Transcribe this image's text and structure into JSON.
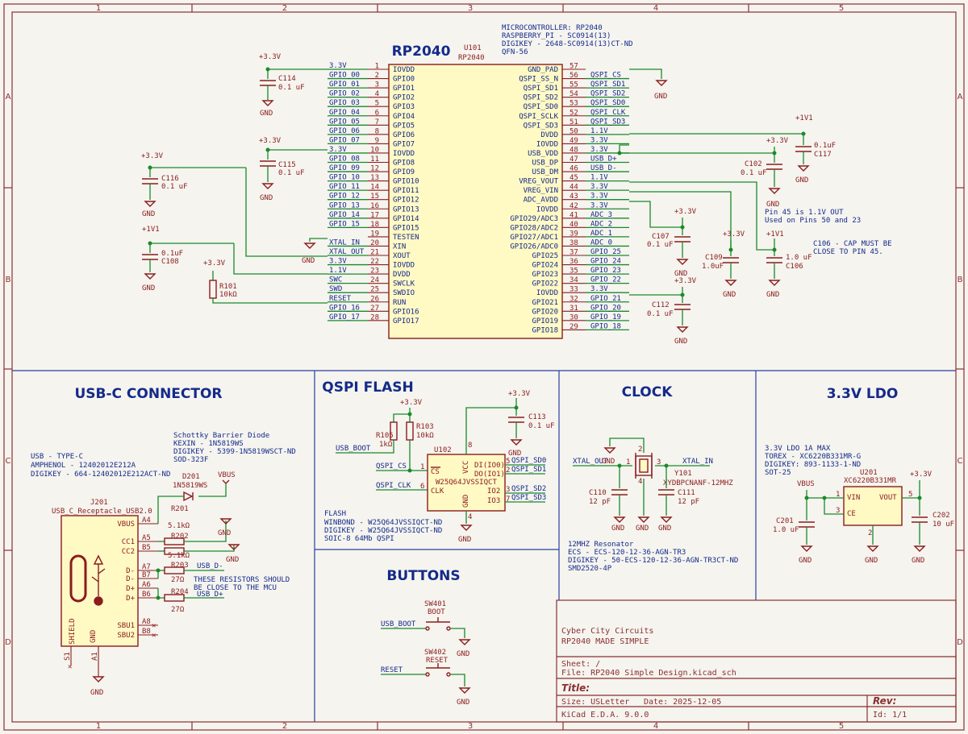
{
  "border": {
    "cols": [
      "1",
      "2",
      "3",
      "4",
      "5"
    ],
    "rows": [
      "A",
      "B",
      "C",
      "D"
    ]
  },
  "section_titles": {
    "usb": "USB-C CONNECTOR",
    "flash": "QSPI FLASH",
    "clock": "CLOCK",
    "ldo": "3.3V LDO",
    "buttons": "BUTTONS"
  },
  "mcu": {
    "name": "RP2040",
    "ref": "U101",
    "value": "RP2040",
    "note": [
      "MICROCONTROLLER: RP2040",
      "RASPBERRY_PI - SC0914(13)",
      "DIGIKEY - 2648-SC0914(13)CT-ND",
      "QFN-56"
    ],
    "left_pins": [
      {
        "num": "1",
        "name": "IOVDD",
        "net": "3.3V"
      },
      {
        "num": "2",
        "name": "GPIO0",
        "net": "GPIO_00"
      },
      {
        "num": "3",
        "name": "GPIO1",
        "net": "GPIO_01"
      },
      {
        "num": "4",
        "name": "GPIO2",
        "net": "GPIO_02"
      },
      {
        "num": "5",
        "name": "GPIO3",
        "net": "GPIO_03"
      },
      {
        "num": "6",
        "name": "GPIO4",
        "net": "GPIO_04"
      },
      {
        "num": "7",
        "name": "GPIO5",
        "net": "GPIO_05"
      },
      {
        "num": "8",
        "name": "GPIO6",
        "net": "GPIO_06"
      },
      {
        "num": "9",
        "name": "GPIO7",
        "net": "GPIO_07"
      },
      {
        "num": "10",
        "name": "IOVDD",
        "net": "3.3V"
      },
      {
        "num": "11",
        "name": "GPIO8",
        "net": "GPIO_08"
      },
      {
        "num": "12",
        "name": "GPIO9",
        "net": "GPIO_09"
      },
      {
        "num": "13",
        "name": "GPIO10",
        "net": "GPIO_10"
      },
      {
        "num": "14",
        "name": "GPIO11",
        "net": "GPIO_11"
      },
      {
        "num": "15",
        "name": "GPIO12",
        "net": "GPIO_12"
      },
      {
        "num": "16",
        "name": "GPIO13",
        "net": "GPIO_13"
      },
      {
        "num": "17",
        "name": "GPIO14",
        "net": "GPIO_14"
      },
      {
        "num": "18",
        "name": "GPIO15",
        "net": "GPIO_15"
      },
      {
        "num": "19",
        "name": "TESTEN",
        "net": ""
      },
      {
        "num": "20",
        "name": "XIN",
        "net": "XTAL_IN"
      },
      {
        "num": "21",
        "name": "XOUT",
        "net": "XTAL_OUT"
      },
      {
        "num": "22",
        "name": "IOVDD",
        "net": "3.3V"
      },
      {
        "num": "23",
        "name": "DVDD",
        "net": "1.1V"
      },
      {
        "num": "24",
        "name": "SWCLK",
        "net": "SWC"
      },
      {
        "num": "25",
        "name": "SWDIO",
        "net": "SWD"
      },
      {
        "num": "26",
        "name": "RUN",
        "net": "RESET"
      },
      {
        "num": "27",
        "name": "GPIO16",
        "net": "GPIO_16"
      },
      {
        "num": "28",
        "name": "GPIO17",
        "net": "GPIO_17"
      }
    ],
    "right_pins": [
      {
        "num": "57",
        "name": "GND_PAD",
        "net": ""
      },
      {
        "num": "56",
        "name": "QSPI_SS_N",
        "net": "QSPI_CS"
      },
      {
        "num": "55",
        "name": "QSPI_SD1",
        "net": "QSPI_SD1"
      },
      {
        "num": "54",
        "name": "QSPI_SD2",
        "net": "QSPI_SD2"
      },
      {
        "num": "53",
        "name": "QSPI_SD0",
        "net": "QSPI_SD0"
      },
      {
        "num": "52",
        "name": "QSPI_SCLK",
        "net": "QSPI_CLK"
      },
      {
        "num": "51",
        "name": "QSPI_SD3",
        "net": "QSPI_SD3"
      },
      {
        "num": "50",
        "name": "DVDD",
        "net": "1.1V"
      },
      {
        "num": "49",
        "name": "IOVDD",
        "net": "3.3V"
      },
      {
        "num": "48",
        "name": "USB_VDD",
        "net": "3.3V"
      },
      {
        "num": "47",
        "name": "USB_DP",
        "net": "USB_D+"
      },
      {
        "num": "46",
        "name": "USB_DM",
        "net": "USB_D-"
      },
      {
        "num": "45",
        "name": "VREG_VOUT",
        "net": "1.1V"
      },
      {
        "num": "44",
        "name": "VREG_VIN",
        "net": "3.3V"
      },
      {
        "num": "43",
        "name": "ADC_AVDD",
        "net": "3.3V"
      },
      {
        "num": "42",
        "name": "IOVDD",
        "net": "3.3V"
      },
      {
        "num": "41",
        "name": "GPIO29/ADC3",
        "net": "ADC_3"
      },
      {
        "num": "40",
        "name": "GPIO28/ADC2",
        "net": "ADC_2"
      },
      {
        "num": "39",
        "name": "GPIO27/ADC1",
        "net": "ADC_1"
      },
      {
        "num": "38",
        "name": "GPIO26/ADC0",
        "net": "ADC_0"
      },
      {
        "num": "37",
        "name": "GPIO25",
        "net": "GPIO_25"
      },
      {
        "num": "36",
        "name": "GPIO24",
        "net": "GPIO_24"
      },
      {
        "num": "35",
        "name": "GPIO23",
        "net": "GPIO_23"
      },
      {
        "num": "34",
        "name": "GPIO22",
        "net": "GPIO_22"
      },
      {
        "num": "33",
        "name": "IOVDD",
        "net": "3.3V"
      },
      {
        "num": "32",
        "name": "GPIO21",
        "net": "GPIO_21"
      },
      {
        "num": "31",
        "name": "GPIO20",
        "net": "GPIO_20"
      },
      {
        "num": "30",
        "name": "GPIO19",
        "net": "GPIO_19"
      },
      {
        "num": "29",
        "name": "GPIO18",
        "net": "GPIO_18"
      }
    ]
  },
  "labels": {
    "p33": "+3.3V",
    "p11": "+1V1",
    "gnd": "GND",
    "vbus": "VBUS",
    "c114": "C114",
    "c114v": "0.1 uF",
    "c115": "C115",
    "c115v": "0.1 uF",
    "c116": "C116",
    "c116v": "0.1 uF",
    "c108": "C108",
    "c108v": "0.1uF",
    "r101": "R101",
    "r101v": "10kΩ",
    "c117": "C117",
    "c117v": "0.1uF",
    "c102": "C102",
    "c102v": "0.1 uF",
    "c107": "C107",
    "c107v": "0.1 uF",
    "c109": "C109",
    "c109v": "1.0uF",
    "c106": "C106",
    "c106v": "1.0 uF",
    "c112": "C112",
    "c112v": "0.1 uF",
    "note45a": "Pin 45 is 1.1V OUT",
    "note45b": "Used on Pins 50 and 23",
    "note106a": "C106 - CAP MUST BE",
    "note106b": "CLOSE TO PIN 45."
  },
  "usb": {
    "info": [
      "USB - TYPE-C",
      "AMPHENOL - 12402012E212A",
      "DIGIKEY - 664-12402012E212ACT-ND"
    ],
    "diode_info": [
      "Schottky Barrier Diode",
      "KEXIN - 1N5819WS",
      "DIGIKEY - 5399-1N5819WSCT-ND",
      "SOD-323F"
    ],
    "d201": "D201",
    "d201v": "1N5819WS",
    "j201": "J201",
    "j201v": "USB_C_Receptacle_USB2.0",
    "pins": [
      "VBUS",
      "CC1",
      "CC2",
      "D-",
      "D-",
      "D+",
      "D+",
      "SBU1",
      "SBU2"
    ],
    "pin_nums": [
      "A4",
      "A5",
      "B5",
      "A7",
      "B7",
      "A6",
      "B6",
      "A8",
      "B8"
    ],
    "shield": "SHIELD",
    "gndpin": "GND",
    "s1": "S1",
    "a1": "A1",
    "r201": "R201",
    "r201v": "5.1kΩ",
    "r202": "R202",
    "r202v": "5.1kΩ",
    "r203": "R203",
    "r203v": "27Ω",
    "r204": "R204",
    "r204v": "27Ω",
    "dm": "USB_D-",
    "dp": "USB_D+",
    "note": [
      "THESE RESISTORS SHOULD",
      "BE CLOSE TO THE MCU"
    ]
  },
  "flash": {
    "r105": "R105",
    "r105v": "1kΩ",
    "r103": "R103",
    "r103v": "10kΩ",
    "u102": "U102",
    "u102v": "W25Q64JVSSIQCT",
    "c113": "C113",
    "c113v": "0.1 uF",
    "nets": [
      "USB_BOOT",
      "QSPI_CS",
      "QSPI_CLK",
      "QSPI_SD0",
      "QSPI_SD1",
      "QSPI_SD2",
      "QSPI_SD3"
    ],
    "pins": {
      "cs": "CS",
      "clk": "CLK",
      "vcc": "VCC",
      "gnd": "GND",
      "di": "DI(IO0)",
      "do": "DO(IO1)",
      "io2": "IO2",
      "io3": "IO3"
    },
    "pnums": [
      "1",
      "6",
      "8",
      "4",
      "5",
      "2",
      "3",
      "7"
    ],
    "info": [
      "FLASH",
      "WINBOND - W25Q64JVSSIQCT-ND",
      "DIGIKEY - W25Q64JVSSIQCT-ND",
      "SOIC-8 64Mb QSPI"
    ]
  },
  "clock": {
    "xout": "XTAL_OUT",
    "xin": "XTAL_IN",
    "y101": "Y101",
    "y101v": "XYDBPCNANF-12MHZ",
    "c110": "C110",
    "c110v": "12 pF",
    "c111": "C111",
    "c111v": "12 pF",
    "info": [
      "12MHZ Resonator",
      "ECS - ECS-120-12-36-AGN-TR3",
      "DIGIKEY - 50-ECS-120-12-36-AGN-TR3CT-ND",
      "SMD2520-4P"
    ]
  },
  "ldo": {
    "info": [
      "3.3V LDO 1A MAX",
      "TOREX - XC6220B331MR-G",
      "DIGIKEY: 893-1133-1-ND",
      "SOT-25"
    ],
    "u201": "U201",
    "u201v": "XC6220B331MR",
    "vin": "VIN",
    "ce": "CE",
    "vout": "VOUT",
    "c201": "C201",
    "c201v": "1.0 uF",
    "c202": "C202",
    "c202v": "10 uF",
    "pnums": [
      "1",
      "3",
      "5",
      "2"
    ]
  },
  "buttons": {
    "sw401": "SW401",
    "sw401v": "BOOT",
    "sw402": "SW402",
    "sw402v": "RESET",
    "net1": "USB_BOOT",
    "net2": "RESET"
  },
  "title_block": {
    "company": "Cyber City Circuits",
    "subtitle": "RP2040 MADE SIMPLE",
    "sheet": "Sheet: /",
    "file": "File: RP2040 Simple Design.kicad_sch",
    "title": "Title:",
    "size": "Size: USLetter",
    "date": "Date: 2025-12-05",
    "rev": "Rev:",
    "tool": "KiCad E.D.A. 9.0.0",
    "id": "Id: 1/1"
  },
  "colors": {
    "wire": "#1a8a2a",
    "part": "#8b1c1c",
    "text": "#142a8a",
    "frame": "#8b2f2f",
    "body": "#fff9c4"
  }
}
